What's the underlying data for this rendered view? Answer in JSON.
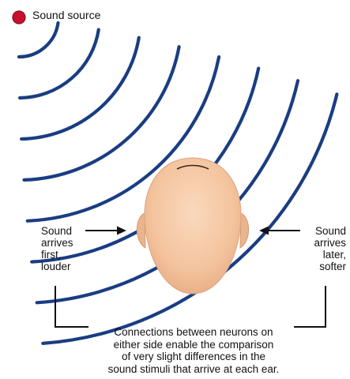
{
  "title": "",
  "source": {
    "label": "Sound source",
    "color": "#c8102e"
  },
  "left_ear": {
    "text": "Sound\narrives\nfirst,\nlouder"
  },
  "right_ear": {
    "text": "Sound\narrives\nlater,\nsofter"
  },
  "caption": {
    "text": "Connections between neurons on\neither side enable the comparison\nof very slight differences in the\nsound stimuli that arrive at each ear."
  },
  "colors": {
    "wave": "#1a3d82",
    "skin": "#f6c8a2",
    "skin_shade": "#eab48c",
    "text": "#111111",
    "connector": "#111111"
  },
  "wave_count": 8
}
